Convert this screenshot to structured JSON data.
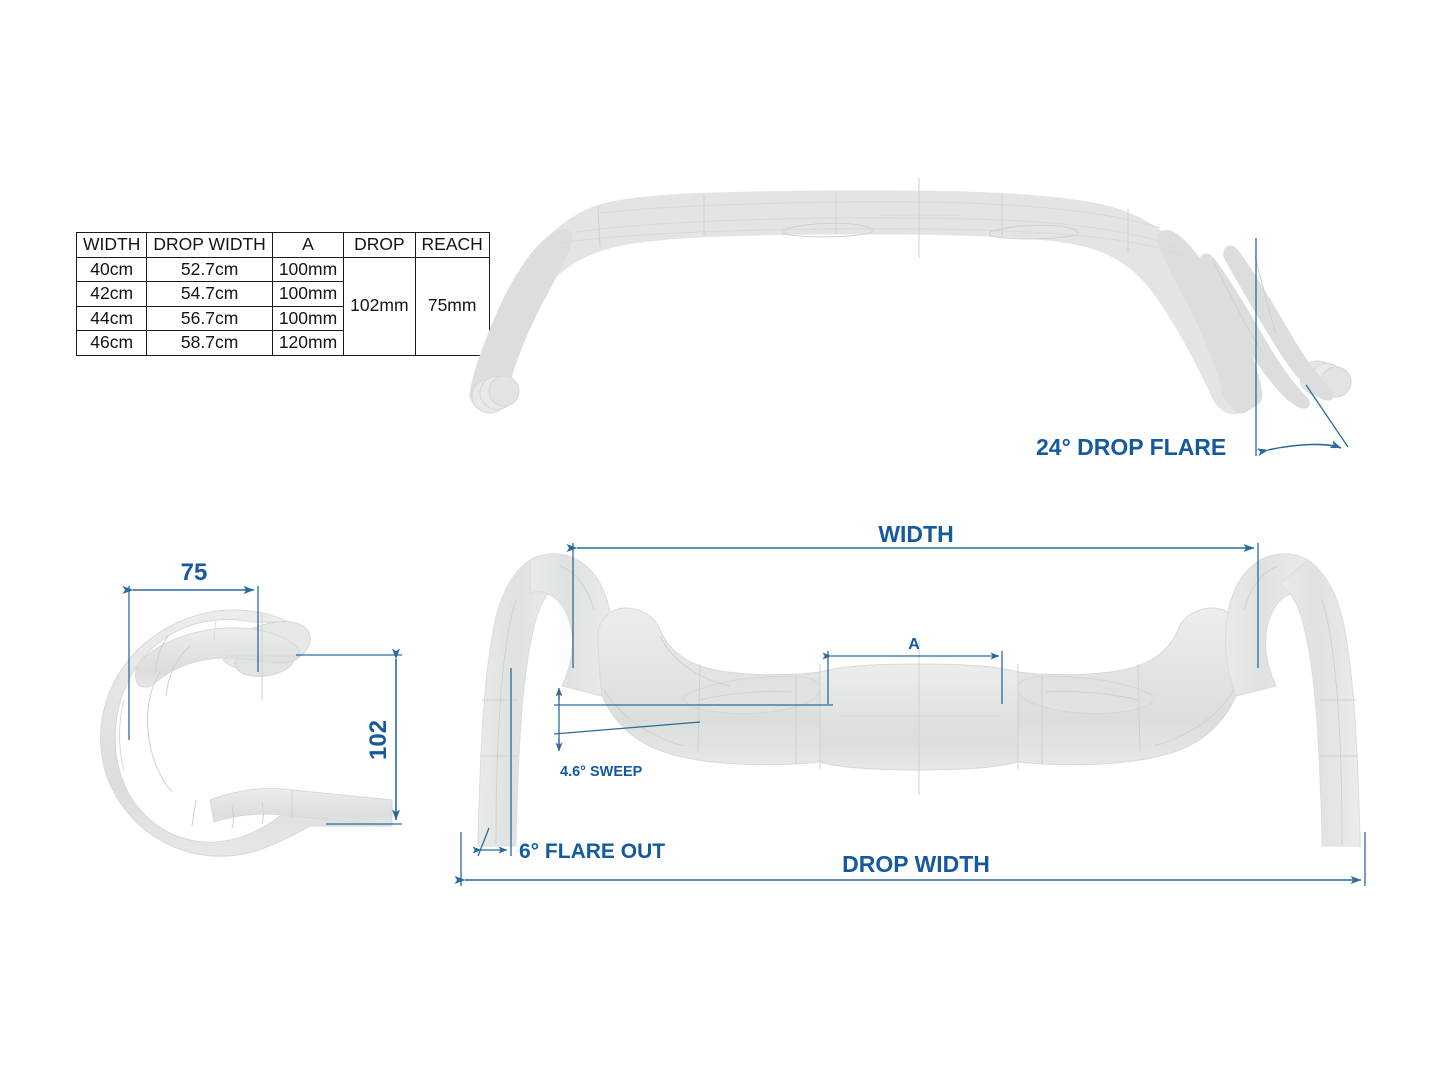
{
  "diagram": {
    "title": "Drop handlebar geometry drawing",
    "accent_color": "#15599e",
    "line_color": "#2a6aa0",
    "body_color": "#e3e4e4"
  },
  "spec_table": {
    "name": "handlebar-size-table",
    "headers": [
      "WIDTH",
      "DROP WIDTH",
      "A",
      "DROP",
      "REACH"
    ],
    "rows": [
      {
        "width": "40cm",
        "drop_width": "52.7cm",
        "a": "100mm"
      },
      {
        "width": "42cm",
        "drop_width": "54.7cm",
        "a": "100mm"
      },
      {
        "width": "44cm",
        "drop_width": "56.7cm",
        "a": "100mm"
      },
      {
        "width": "46cm",
        "drop_width": "58.7cm",
        "a": "120mm"
      }
    ],
    "merged": {
      "drop": "102mm",
      "reach": "75mm"
    }
  },
  "front_view": {
    "name": "front-view",
    "annotation_drop_flare": "24° DROP FLARE"
  },
  "side_view": {
    "name": "side-view",
    "reach_dim": "75",
    "drop_dim": "102"
  },
  "top_view": {
    "name": "top-view",
    "width_label": "WIDTH",
    "a_label": "A",
    "drop_width_label": "DROP WIDTH",
    "sweep_label": "4.6° SWEEP",
    "flare_out_label": "6° FLARE OUT"
  }
}
